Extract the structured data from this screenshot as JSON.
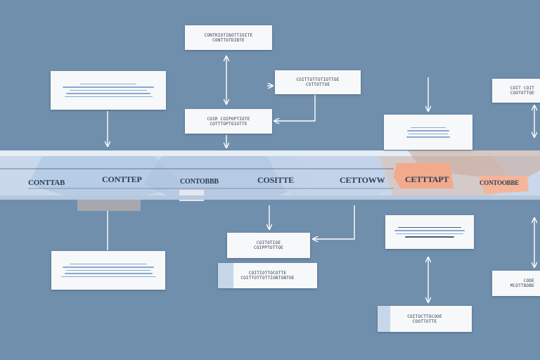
{
  "band": {
    "segments": [
      {
        "label": "CONTTAB"
      },
      {
        "label": "CONTTEP"
      },
      {
        "label": "CONTOBBB"
      },
      {
        "label": "COSITTE"
      },
      {
        "label": "CETTOWW"
      },
      {
        "label": "CETTTAPT"
      },
      {
        "label": "CONTOOBBE"
      }
    ]
  },
  "cards": {
    "top_center": {
      "title": "CONTRIOTIBOTTIOITE\nCONTTOTDIBTE"
    },
    "top_left": {
      "title": ""
    },
    "mid_right_small": {
      "title": "COITTOTTOTIOTTOE\nCOTTOTTOE"
    },
    "mid_center": {
      "title": "COIR COIPOPTIOTE\nCOTTTOPTOIOTTE"
    },
    "right_top": {
      "title": "COIT COIT\nCOOTOTTOE"
    },
    "right_card": {
      "title": ""
    },
    "bottom_left": {
      "title": ""
    },
    "bottom_center_a": {
      "title": "COITOTIOE\nCOIPPTOTTOE"
    },
    "bottom_center_b": {
      "title": "COITIOTTOCOTTE\nCOITTOTTOTTIOBTOBTOE"
    },
    "bottom_right_a": {
      "title": ""
    },
    "bottom_right_b": {
      "title": "COITOCTTOCOOE\nCOOTTOTTE"
    },
    "bottom_far_right": {
      "title": "CODE\nMCOTTBOBE"
    }
  }
}
